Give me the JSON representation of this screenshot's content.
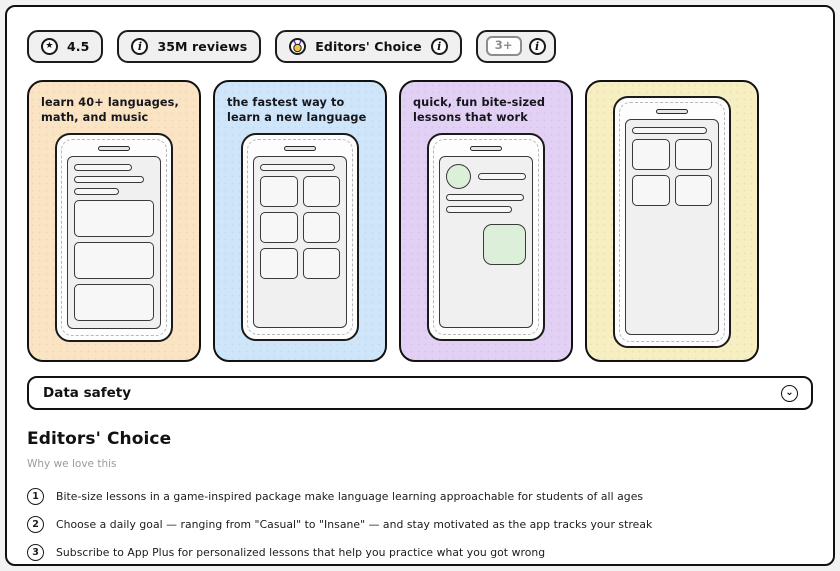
{
  "badges": [
    {
      "icon": "star-icon",
      "label": "4.5",
      "trailing_icon": null
    },
    {
      "icon": "info-icon",
      "label": "35M reviews",
      "trailing_icon": null
    },
    {
      "icon": "medal-icon",
      "label": "Editors' Choice",
      "trailing_icon": "info-icon"
    },
    {
      "icon": "age-rating-box",
      "label": "3+",
      "trailing_icon": "info-icon"
    }
  ],
  "cards": [
    {
      "caption": "learn 40+ languages,\nmath, and music",
      "bg": "#fae4c4",
      "layout": "lines-and-stack"
    },
    {
      "caption": "the fastest way to\nlearn a new language",
      "bg": "#cfe6fa",
      "layout": "bar-and-grid6"
    },
    {
      "caption": "quick, fun bite-sized\nlessons that work",
      "bg": "#e3d0f5",
      "layout": "avatar-and-tile",
      "accent": "#dcefd8"
    },
    {
      "caption": "",
      "bg": "#f7eec2",
      "layout": "bar-and-grid4"
    }
  ],
  "data_safety": {
    "label": "Data safety",
    "expander_icon": "chevron-down-icon"
  },
  "editors_choice": {
    "title": "Editors' Choice",
    "subtitle": "Why we love this",
    "items": [
      {
        "num": "1",
        "text": "Bite-size lessons in a game-inspired package make language learning approachable for students of all ages"
      },
      {
        "num": "2",
        "text": "Choose a daily goal — ranging from \"Casual\" to \"Insane\" — and stay motivated as the app tracks your streak"
      },
      {
        "num": "3",
        "text": "Subscribe to App Plus for personalized lessons that help you practice what you got wrong"
      }
    ]
  }
}
